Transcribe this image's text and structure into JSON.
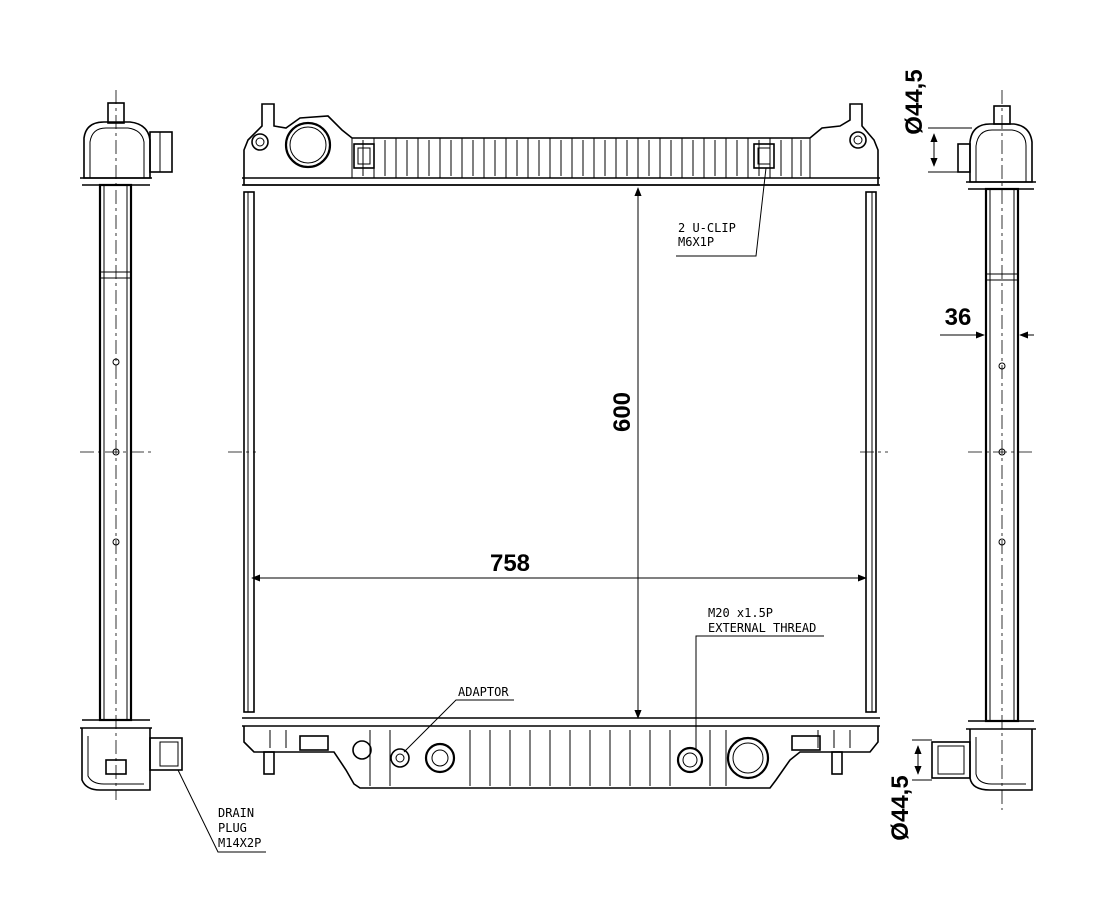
{
  "dimensions": {
    "width": "758",
    "height": "600",
    "depth": "36",
    "top_port_diameter": "Ø44,5",
    "bottom_port_diameter": "Ø44,5"
  },
  "callouts": {
    "u_clip": [
      "2 U-CLIP",
      "M6X1P"
    ],
    "adaptor": [
      "ADAPTOR"
    ],
    "thread": [
      "M20 x1.5P",
      "EXTERNAL THREAD"
    ],
    "drain": [
      "DRAIN",
      "PLUG",
      "M14X2P"
    ]
  }
}
